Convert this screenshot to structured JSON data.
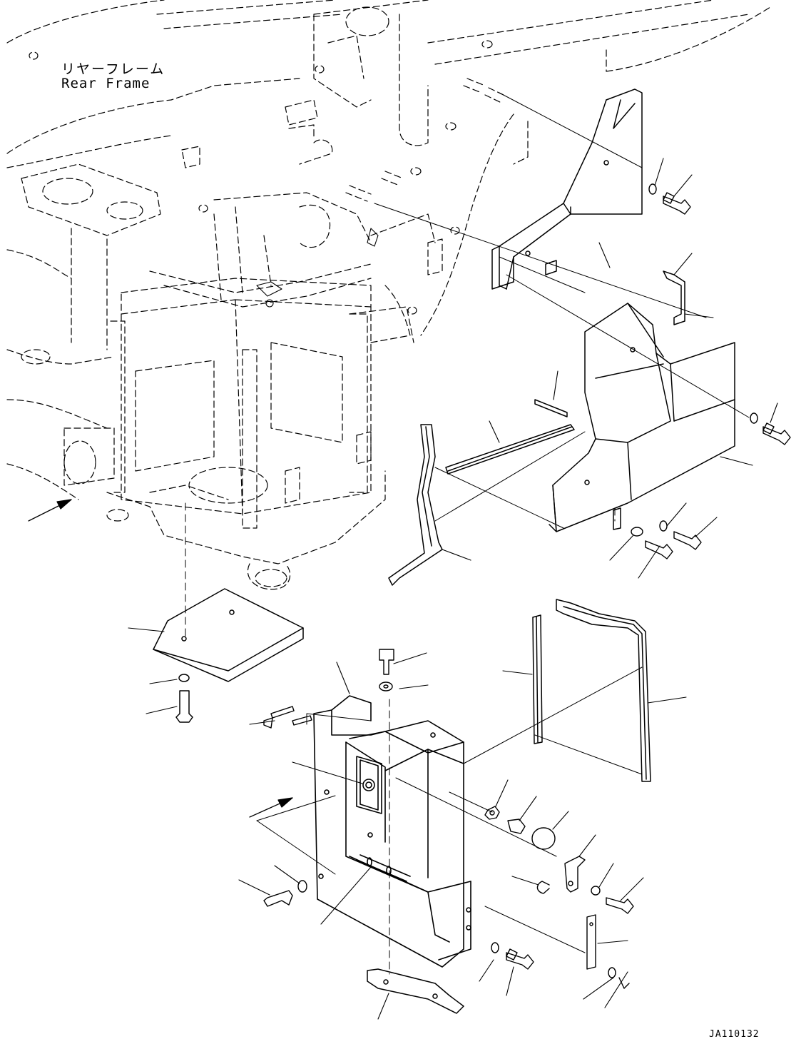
{
  "frame_label": {
    "japanese": "リヤーフレーム",
    "english": "Rear Frame"
  },
  "drawing_code": "JA110132"
}
